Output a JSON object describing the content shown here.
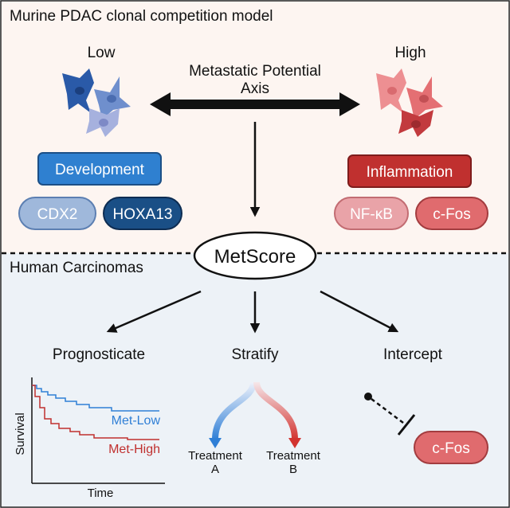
{
  "top_section": {
    "title": "Murine PDAC clonal competition model",
    "low_label": "Low",
    "high_label": "High",
    "axis_label_line1": "Metastatic Potential",
    "axis_label_line2": "Axis",
    "development_label": "Development",
    "inflammation_label": "Inflammation",
    "low_markers": [
      "CDX2",
      "HOXA13"
    ],
    "high_markers": [
      "NF-κB",
      "c-Fos"
    ]
  },
  "center": {
    "metscore_label": "MetScore"
  },
  "bottom_section": {
    "title": "Human Carcinomas",
    "outcomes": [
      "Prognosticate",
      "Stratify",
      "Intercept"
    ],
    "km_plot": {
      "y_label": "Survival",
      "x_label": "Time",
      "series_low": "Met-Low",
      "series_high": "Met-High"
    },
    "treatment_a_line1": "Treatment",
    "treatment_a_line2": "A",
    "treatment_b_line1": "Treatment",
    "treatment_b_line2": "B",
    "target_label": "c-Fos"
  },
  "colors": {
    "top_bg": "#fdf5f1",
    "bottom_bg": "#edf2f7",
    "blue": "#2f80d0",
    "dark_blue": "#1a4f86",
    "light_blue": "#9fb8db",
    "red": "#c0302f",
    "pink": "#e9a3a8",
    "salmon": "#e06b6e"
  }
}
